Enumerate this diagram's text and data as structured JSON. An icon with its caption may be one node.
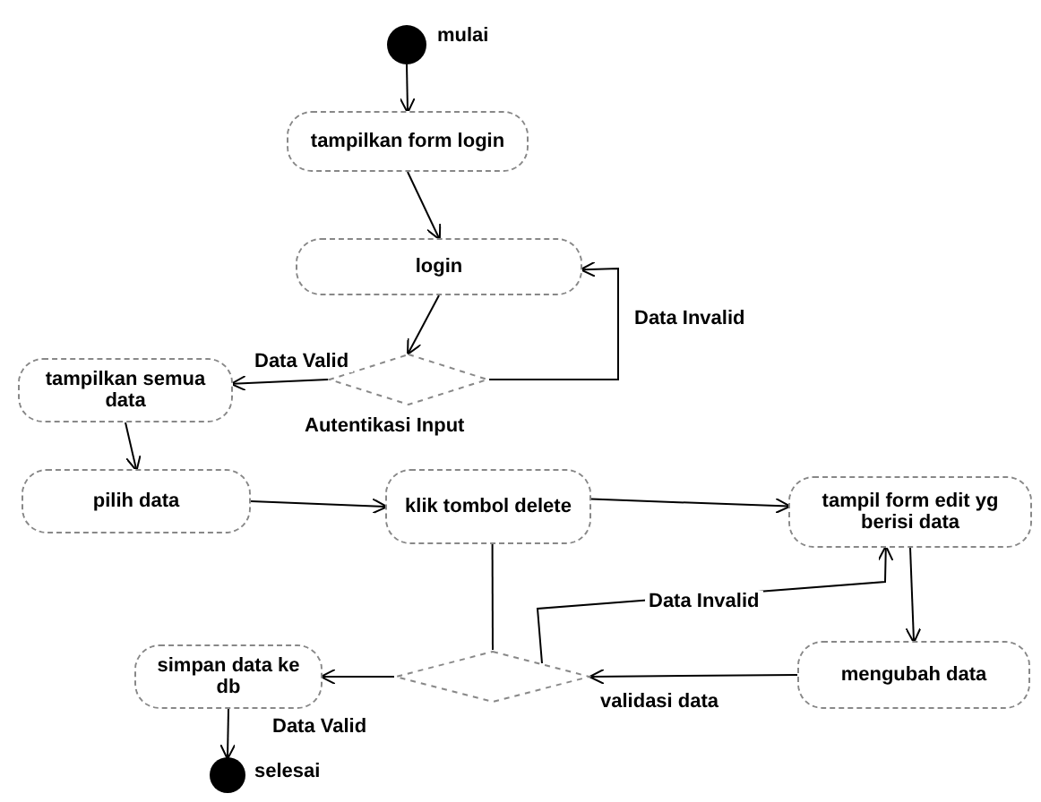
{
  "diagram": {
    "nodes": [
      {
        "text": [],
        "shape": "circle",
        "beside": [
          "mulai"
        ]
      },
      {
        "text": [
          "tampilkan form login"
        ]
      },
      {
        "text": [
          "login"
        ]
      },
      {
        "text": [],
        "shape": "diamond",
        "beside": [
          "Autentikasi Input"
        ]
      },
      {
        "text": [
          "tampilkan semua data"
        ]
      },
      {
        "text": [
          "pilih data"
        ]
      },
      {
        "text": [
          "klik tombol delete"
        ]
      },
      {
        "text": [
          "tampil form edit yg berisi data"
        ]
      },
      {
        "text": [
          "mengubah data"
        ]
      },
      {
        "text": [],
        "shape": "diamond",
        "beside": [
          "validasi data"
        ]
      },
      {
        "text": [
          "simpan data ke db"
        ]
      },
      {
        "text": [],
        "shape": "circle",
        "beside": [
          "selesai"
        ]
      }
    ],
    "edges": [
      {
        "from": 0,
        "to": 1,
        "arrow": "to"
      },
      {
        "from": 1,
        "to": 2,
        "arrow": "to"
      },
      {
        "from": 2,
        "to": 3,
        "arrow": "to"
      },
      {
        "from": 3,
        "to": 4,
        "arrow": "to",
        "label": "Data Valid"
      },
      {
        "from": 3,
        "to": 2,
        "arrow": "to",
        "label": "Data Invalid"
      },
      {
        "from": 4,
        "to": 5,
        "arrow": "to"
      },
      {
        "from": 5,
        "to": 6,
        "arrow": "to"
      },
      {
        "from": 6,
        "to": 7,
        "arrow": "to"
      },
      {
        "from": 7,
        "to": 8,
        "arrow": "to"
      },
      {
        "from": 8,
        "to": 9,
        "arrow": "to"
      },
      {
        "from": 9,
        "to": 7,
        "arrow": "to",
        "label": "Data Invalid"
      },
      {
        "from": 9,
        "to": 10,
        "arrow": "to",
        "label": "Data Valid"
      },
      {
        "from": 6,
        "to": 9,
        "arrow": "none"
      },
      {
        "from": 10,
        "to": 11,
        "arrow": "to"
      }
    ]
  }
}
